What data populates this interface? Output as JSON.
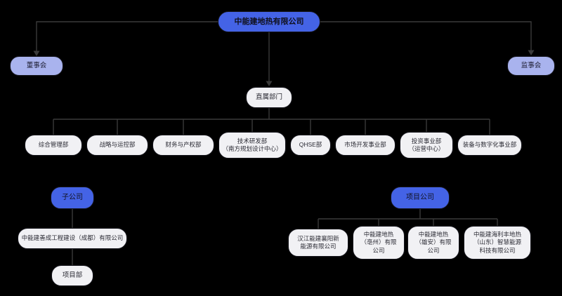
{
  "colors": {
    "background": "#000000",
    "connector": "#3a3a3a",
    "primary_blue": "#4463e6",
    "lavender": "#a9b3ee",
    "node_fill": "#f1f1f4",
    "node_border": "#15151c"
  },
  "nodes": {
    "root": "中能建地热有限公司",
    "board": "董事会",
    "supervisory": "监事会",
    "direct_departments_label": "直属部门",
    "departments": [
      "综合管理部",
      "战略与运控部",
      "财务与产权部",
      "技术研发部\n（南方规划设计中心）",
      "QHSE部",
      "市场开发事业部",
      "投资事业部\n（运营中心）",
      "装备与数字化事业部"
    ],
    "subsidiaries_label": "子公司",
    "subsidiary_company": "中能建善成工程建设（成都）有限公司",
    "project_department": "项目部",
    "project_companies_label": "项目公司",
    "project_companies": [
      "汉江能建襄阳新\n能源有限公司",
      "中能建地热\n（亳州）有限\n公司",
      "中能建地热\n（雄安）有限\n公司",
      "中能建海利丰地热\n（山东）智慧能源\n科技有限公司"
    ]
  }
}
